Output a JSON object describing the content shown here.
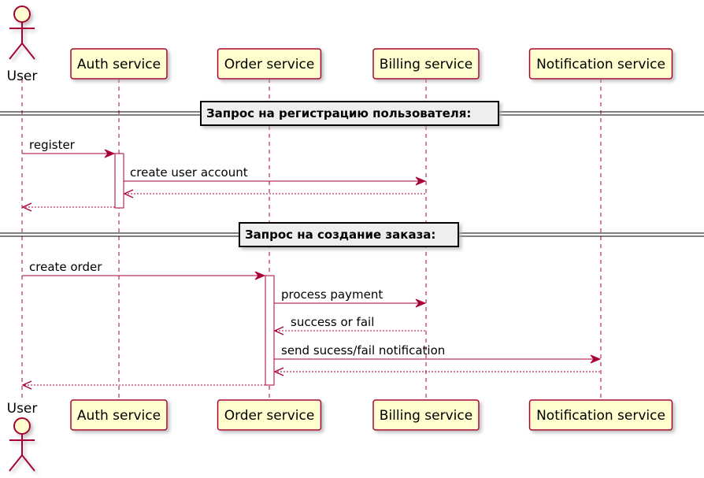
{
  "diagram": {
    "type": "sequence",
    "colors": {
      "participant_fill": "#FEFECE",
      "participant_border": "#A80036",
      "arrow": "#A80036",
      "lifeline": "#A80036",
      "activation_fill": "#FFFFFF",
      "divider_box_fill": "#EEEEEE",
      "divider_line": "#000000",
      "shadow": "#C8C8C8"
    },
    "participants": [
      {
        "id": "user",
        "label": "User",
        "kind": "actor",
        "icon": "actor-stick-figure-icon"
      },
      {
        "id": "auth",
        "label": "Auth service",
        "kind": "participant"
      },
      {
        "id": "order",
        "label": "Order service",
        "kind": "participant"
      },
      {
        "id": "billing",
        "label": "Billing service",
        "kind": "participant"
      },
      {
        "id": "notification",
        "label": "Notification service",
        "kind": "participant"
      }
    ],
    "dividers": [
      {
        "label": "Запрос на регистрацию пользователя:"
      },
      {
        "label": "Запрос на создание заказа:"
      }
    ],
    "messages": [
      {
        "from": "user",
        "to": "auth",
        "label": "register",
        "style": "solid"
      },
      {
        "from": "auth",
        "to": "billing",
        "label": "create user account",
        "style": "solid"
      },
      {
        "from": "billing",
        "to": "auth",
        "label": "",
        "style": "dashed"
      },
      {
        "from": "auth",
        "to": "user",
        "label": "",
        "style": "dashed"
      },
      {
        "from": "user",
        "to": "order",
        "label": "create order",
        "style": "solid"
      },
      {
        "from": "order",
        "to": "billing",
        "label": "process payment",
        "style": "solid"
      },
      {
        "from": "billing",
        "to": "order",
        "label": "success or fail",
        "style": "dashed"
      },
      {
        "from": "order",
        "to": "notification",
        "label": "send sucess/fail notification",
        "style": "solid"
      },
      {
        "from": "notification",
        "to": "order",
        "label": "",
        "style": "dashed"
      },
      {
        "from": "order",
        "to": "user",
        "label": "",
        "style": "dashed"
      }
    ]
  }
}
